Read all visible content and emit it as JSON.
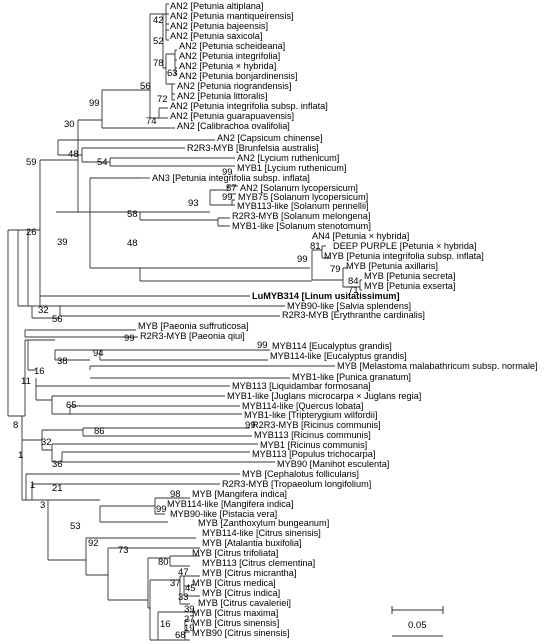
{
  "leaves": [
    {
      "id": "l1",
      "text": "AN2 [Petunia altiplana]"
    },
    {
      "id": "l2",
      "text": "AN2 [Petunia mantiqueirensis]"
    },
    {
      "id": "l3",
      "text": "AN2 [Petunia bajeensis]"
    },
    {
      "id": "l4",
      "text": "AN2 [Petunia saxicola]"
    },
    {
      "id": "l5",
      "text": "AN2 [Petunia scheideana]"
    },
    {
      "id": "l6",
      "text": "AN2 [Petunia integrifolia]"
    },
    {
      "id": "l7",
      "text": "AN2 [Petunia × hybrida]"
    },
    {
      "id": "l8",
      "text": "AN2 [Petunia bonjardinensis]"
    },
    {
      "id": "l9",
      "text": "AN2 [Petunia riograndensis]"
    },
    {
      "id": "l10",
      "text": "AN2 [Petunia littoralis]"
    },
    {
      "id": "l11",
      "text": "AN2 [Petunia integrifolia subsp. inflata]"
    },
    {
      "id": "l12",
      "text": "AN2 [Petunia guarapuavensis]"
    },
    {
      "id": "l13",
      "text": "AN2 [Calibrachoa ovalifolia]"
    },
    {
      "id": "l14",
      "text": "AN2 [Capsicum chinense]"
    },
    {
      "id": "l15",
      "text": "R2R3-MYB [Brunfelsia australis]"
    },
    {
      "id": "l16",
      "text": "AN2 [Lycium ruthenicum]"
    },
    {
      "id": "l17",
      "text": "MYB1 [Lycium ruthenicum]"
    },
    {
      "id": "l18",
      "text": "AN3 [Petunia integrifolia subsp. inflata]"
    },
    {
      "id": "l19",
      "text": "AN2 [Solanum lycopersicum]"
    },
    {
      "id": "l20",
      "text": "MYB75 [Solanum lycopersicum]"
    },
    {
      "id": "l21",
      "text": "MYB113-like [Solanum pennellii]"
    },
    {
      "id": "l22",
      "text": "R2R3-MYB [Solanum melongena]"
    },
    {
      "id": "l23",
      "text": "MYB1-like [Solanum stenotomum]"
    },
    {
      "id": "l24",
      "text": "AN4 [Petunia × hybrida]"
    },
    {
      "id": "l25",
      "text": "DEEP PURPLE [Petunia × hybrida]"
    },
    {
      "id": "l26",
      "text": "MYB [Petunia integrifolia subsp. inflata]"
    },
    {
      "id": "l27",
      "text": "MYB [Petunia axillaris]"
    },
    {
      "id": "l28",
      "text": "MYB [Petunia secreta]"
    },
    {
      "id": "l29",
      "text": "MYB [Petunia exserta]"
    },
    {
      "id": "l30",
      "text": "LuMYB314 [Linum usitatissimum]"
    },
    {
      "id": "l31",
      "text": "MYB90-like [Salvia splendens]"
    },
    {
      "id": "l32",
      "text": "R2R3-MYB [Erythranthe cardinalis]"
    },
    {
      "id": "l33",
      "text": "MYB [Paeonia suffruticosa]"
    },
    {
      "id": "l34",
      "text": "R2R3-MYB [Paeonia qiui]"
    },
    {
      "id": "l35",
      "text": "MYB114 [Eucalyptus grandis]"
    },
    {
      "id": "l36",
      "text": "MYB114-like [Eucalyptus grandis]"
    },
    {
      "id": "l37",
      "text": "MYB [Melastoma malabathricum subsp. normale]"
    },
    {
      "id": "l38",
      "text": "MYB1-like [Punica granatum]"
    },
    {
      "id": "l39",
      "text": "MYB113 [Liquidambar formosana]"
    },
    {
      "id": "l40",
      "text": "MYB1-like [Juglans microcarpa × Juglans regia]"
    },
    {
      "id": "l41",
      "text": "MYB114-like [Quercus lobata]"
    },
    {
      "id": "l42",
      "text": "MYB1-like [Tripterygium wilfordii]"
    },
    {
      "id": "l43",
      "text": "R2R3-MYB [Ricinus communis]"
    },
    {
      "id": "l44",
      "text": "MYB113 [Ricinus communis]"
    },
    {
      "id": "l45",
      "text": "MYB1 [Ricinus communis]"
    },
    {
      "id": "l46",
      "text": "MYB113 [Populus trichocarpa]"
    },
    {
      "id": "l47",
      "text": "MYB90 [Manihot esculenta]"
    },
    {
      "id": "l48",
      "text": "MYB [Cephalotus follicularis]"
    },
    {
      "id": "l49",
      "text": "R2R3-MYB [Tropaeolum longifolium]"
    },
    {
      "id": "l50",
      "text": "MYB [Mangifera indica]"
    },
    {
      "id": "l51",
      "text": "MYB114-like [Mangifera indica]"
    },
    {
      "id": "l52",
      "text": "MYB90-like [Pistacia vera]"
    },
    {
      "id": "l53",
      "text": "MYB [Zanthoxylum bungeanum]"
    },
    {
      "id": "l54",
      "text": "MYB114-like [Citrus sinensis]"
    },
    {
      "id": "l55",
      "text": "MYB [Atalantia buxifolia]"
    },
    {
      "id": "l56",
      "text": "MYB [Citrus trifoliata]"
    },
    {
      "id": "l57",
      "text": "MYB113 [Citrus clementina]"
    },
    {
      "id": "l58",
      "text": "MYB [Citrus micrantha]"
    },
    {
      "id": "l59",
      "text": "MYB [Citrus medica]"
    },
    {
      "id": "l60",
      "text": "MYB [Citrus indica]"
    },
    {
      "id": "l61",
      "text": "MYB [Citrus cavaleriei]"
    },
    {
      "id": "l62",
      "text": "MYB [Citrus maxima]"
    },
    {
      "id": "l63",
      "text": "MYB [Citrus sinensis]"
    },
    {
      "id": "l64",
      "text": "MYB90 [Citrus sinensis]"
    }
  ],
  "bootstrap": [
    {
      "id": "b42",
      "text": "42"
    },
    {
      "id": "b52",
      "text": "52"
    },
    {
      "id": "b78",
      "text": "78"
    },
    {
      "id": "b63",
      "text": "63"
    },
    {
      "id": "b56",
      "text": "56"
    },
    {
      "id": "b72",
      "text": "72"
    },
    {
      "id": "b99a",
      "text": "99"
    },
    {
      "id": "b74",
      "text": "74"
    },
    {
      "id": "b30",
      "text": "30"
    },
    {
      "id": "b48a",
      "text": "48"
    },
    {
      "id": "b54",
      "text": "54"
    },
    {
      "id": "b99b",
      "text": "99"
    },
    {
      "id": "b59",
      "text": "59"
    },
    {
      "id": "b57",
      "text": "57"
    },
    {
      "id": "b99c",
      "text": "99"
    },
    {
      "id": "b93",
      "text": "93"
    },
    {
      "id": "b58",
      "text": "58"
    },
    {
      "id": "b39",
      "text": "39"
    },
    {
      "id": "b48b",
      "text": "48"
    },
    {
      "id": "b81",
      "text": "81"
    },
    {
      "id": "b99d",
      "text": "99"
    },
    {
      "id": "b79",
      "text": "79"
    },
    {
      "id": "b84",
      "text": "84"
    },
    {
      "id": "b71",
      "text": "71"
    },
    {
      "id": "b26",
      "text": "26"
    },
    {
      "id": "b32a",
      "text": "32"
    },
    {
      "id": "b56b",
      "text": "56"
    },
    {
      "id": "b99e",
      "text": "99"
    },
    {
      "id": "b99f",
      "text": "99"
    },
    {
      "id": "b94",
      "text": "94"
    },
    {
      "id": "b38",
      "text": "38"
    },
    {
      "id": "b16a",
      "text": "16"
    },
    {
      "id": "b11",
      "text": "11"
    },
    {
      "id": "b65",
      "text": "65"
    },
    {
      "id": "b8",
      "text": "8"
    },
    {
      "id": "b99g",
      "text": "99"
    },
    {
      "id": "b86",
      "text": "86"
    },
    {
      "id": "b32b",
      "text": "32"
    },
    {
      "id": "b36",
      "text": "36"
    },
    {
      "id": "b1a",
      "text": "1"
    },
    {
      "id": "b21",
      "text": "21"
    },
    {
      "id": "b1b",
      "text": "1"
    },
    {
      "id": "b98",
      "text": "98"
    },
    {
      "id": "b99h",
      "text": "99"
    },
    {
      "id": "b3",
      "text": "3"
    },
    {
      "id": "b53",
      "text": "53"
    },
    {
      "id": "b92",
      "text": "92"
    },
    {
      "id": "b73",
      "text": "73"
    },
    {
      "id": "b80",
      "text": "80"
    },
    {
      "id": "b47",
      "text": "47"
    },
    {
      "id": "b37",
      "text": "37"
    },
    {
      "id": "b45",
      "text": "45"
    },
    {
      "id": "b33",
      "text": "33"
    },
    {
      "id": "b39b",
      "text": "39"
    },
    {
      "id": "b27",
      "text": "27"
    },
    {
      "id": "b19",
      "text": "19"
    },
    {
      "id": "b16b",
      "text": "16"
    },
    {
      "id": "b68",
      "text": "68"
    }
  ],
  "scale_bar": {
    "label": "0.05"
  }
}
